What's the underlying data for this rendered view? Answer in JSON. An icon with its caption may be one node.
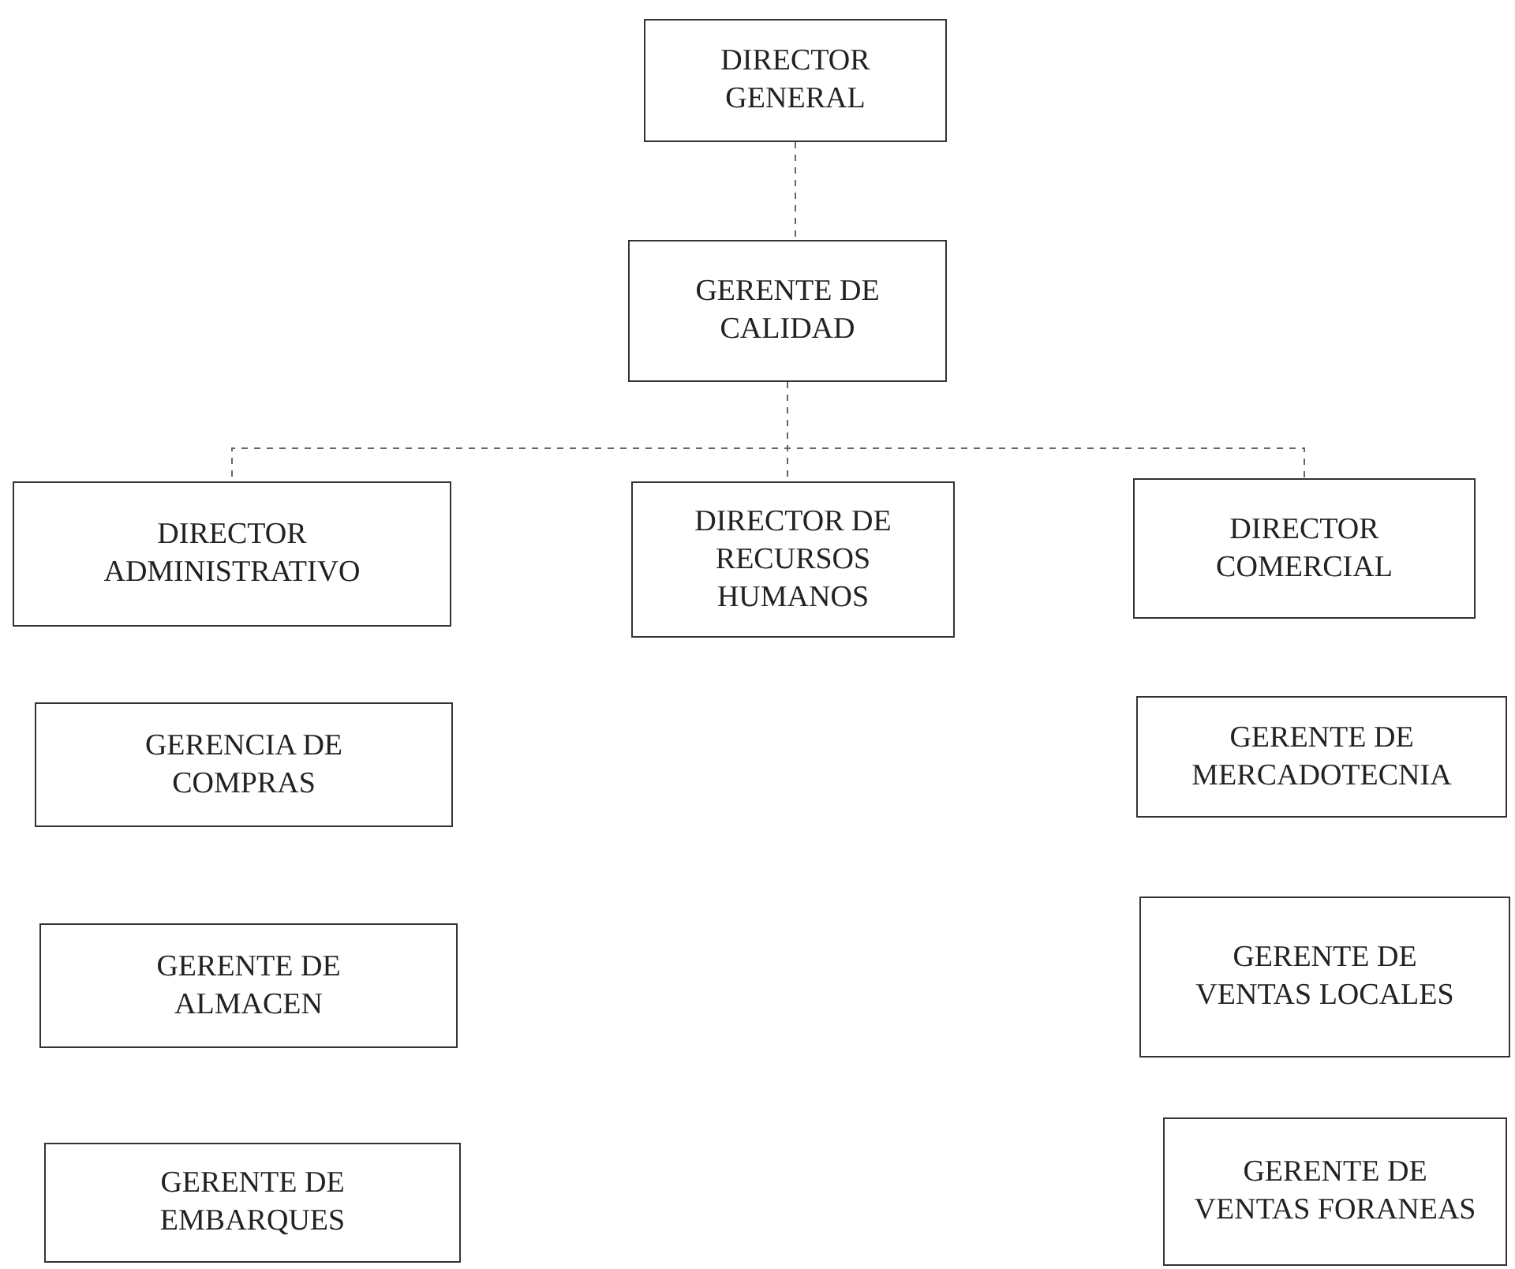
{
  "diagram": {
    "nodes": [
      {
        "text": [
          "DIRECTOR GENERAL"
        ]
      },
      {
        "text": [
          "GERENTE DE CALIDAD"
        ]
      },
      {
        "text": [
          "DIRECTOR ADMINISTRATIVO"
        ]
      },
      {
        "text": [
          "DIRECTOR DE RECURSOS HUMANOS"
        ]
      },
      {
        "text": [
          "DIRECTOR COMERCIAL"
        ]
      },
      {
        "text": [
          "GERENCIA DE COMPRAS"
        ]
      },
      {
        "text": [
          "GERENTE DE MERCADOTECNIA"
        ]
      },
      {
        "text": [
          "GERENTE DE ALMACEN"
        ]
      },
      {
        "text": [
          "GERENTE DE VENTAS LOCALES"
        ]
      },
      {
        "text": [
          "GERENTE DE EMBARQUES"
        ]
      },
      {
        "text": [
          "GERENTE DE VENTAS FORANEAS"
        ]
      }
    ],
    "edges": [
      {
        "from": 0,
        "to": 1,
        "arrow": "none",
        "style": "dashed"
      },
      {
        "from": 1,
        "to": 2,
        "arrow": "none",
        "style": "dashed"
      },
      {
        "from": 1,
        "to": 3,
        "arrow": "none",
        "style": "dashed"
      },
      {
        "from": 1,
        "to": 4,
        "arrow": "none",
        "style": "dashed"
      }
    ]
  }
}
